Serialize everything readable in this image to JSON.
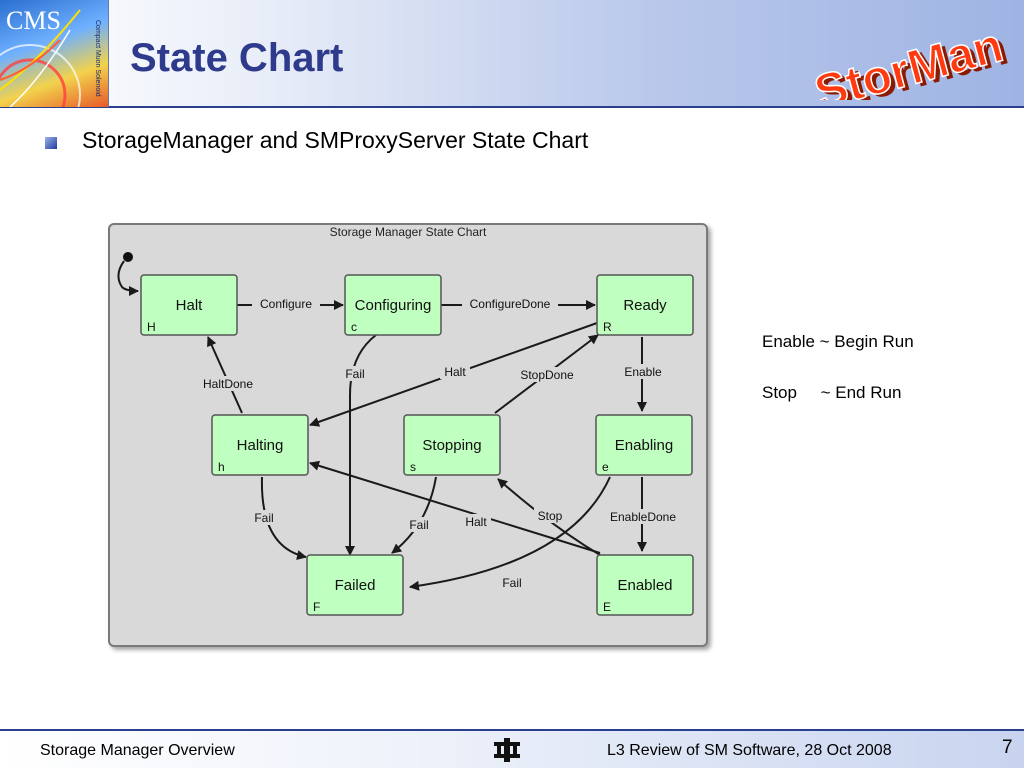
{
  "header": {
    "title": "State Chart",
    "logo_left_text": "CMS",
    "logo_left_vertical": "Compact Muon Solenoid",
    "logo_right_text": "StorMan"
  },
  "bullet": {
    "text": "StorageManager and SMProxyServer State Chart"
  },
  "diagram": {
    "title": "Storage Manager State Chart",
    "states": [
      {
        "id": "halt",
        "label": "Halt",
        "code": "H"
      },
      {
        "id": "configuring",
        "label": "Configuring",
        "code": "c"
      },
      {
        "id": "ready",
        "label": "Ready",
        "code": "R"
      },
      {
        "id": "halting",
        "label": "Halting",
        "code": "h"
      },
      {
        "id": "stopping",
        "label": "Stopping",
        "code": "s"
      },
      {
        "id": "enabling",
        "label": "Enabling",
        "code": "e"
      },
      {
        "id": "failed",
        "label": "Failed",
        "code": "F"
      },
      {
        "id": "enabled",
        "label": "Enabled",
        "code": "E"
      }
    ],
    "transitions": [
      {
        "from": "halt",
        "to": "configuring",
        "label": "Configure"
      },
      {
        "from": "configuring",
        "to": "ready",
        "label": "ConfigureDone"
      },
      {
        "from": "configuring",
        "to": "failed",
        "label": "Fail"
      },
      {
        "from": "ready",
        "to": "halting",
        "label": "Halt"
      },
      {
        "from": "stopping",
        "to": "ready",
        "label": "StopDone"
      },
      {
        "from": "ready",
        "to": "enabling",
        "label": "Enable"
      },
      {
        "from": "halting",
        "to": "halt",
        "label": "HaltDone"
      },
      {
        "from": "halting",
        "to": "failed",
        "label": "Fail"
      },
      {
        "from": "stopping",
        "to": "failed",
        "label": "Fail"
      },
      {
        "from": "enabled",
        "to": "halting",
        "label": "Halt"
      },
      {
        "from": "enabled",
        "to": "stopping",
        "label": "Stop"
      },
      {
        "from": "enabling",
        "to": "enabled",
        "label": "EnableDone"
      },
      {
        "from": "enabling",
        "to": "failed",
        "label": "Fail"
      }
    ],
    "colors": {
      "state_fill": "#bfffbf",
      "state_border": "#555555",
      "background": "#d9d9d9",
      "arrow": "#1a1a1a"
    }
  },
  "notes": {
    "line1": "Enable ~ Begin Run",
    "line2": "Stop     ~ End Run"
  },
  "footer": {
    "left": "Storage Manager Overview",
    "right": "L3 Review of SM Software, 28 Oct 2008",
    "page": "7",
    "logo_icon": "fermilab-icon"
  },
  "colors": {
    "title": "#2e3a8c",
    "rule": "#2b3f8f"
  }
}
